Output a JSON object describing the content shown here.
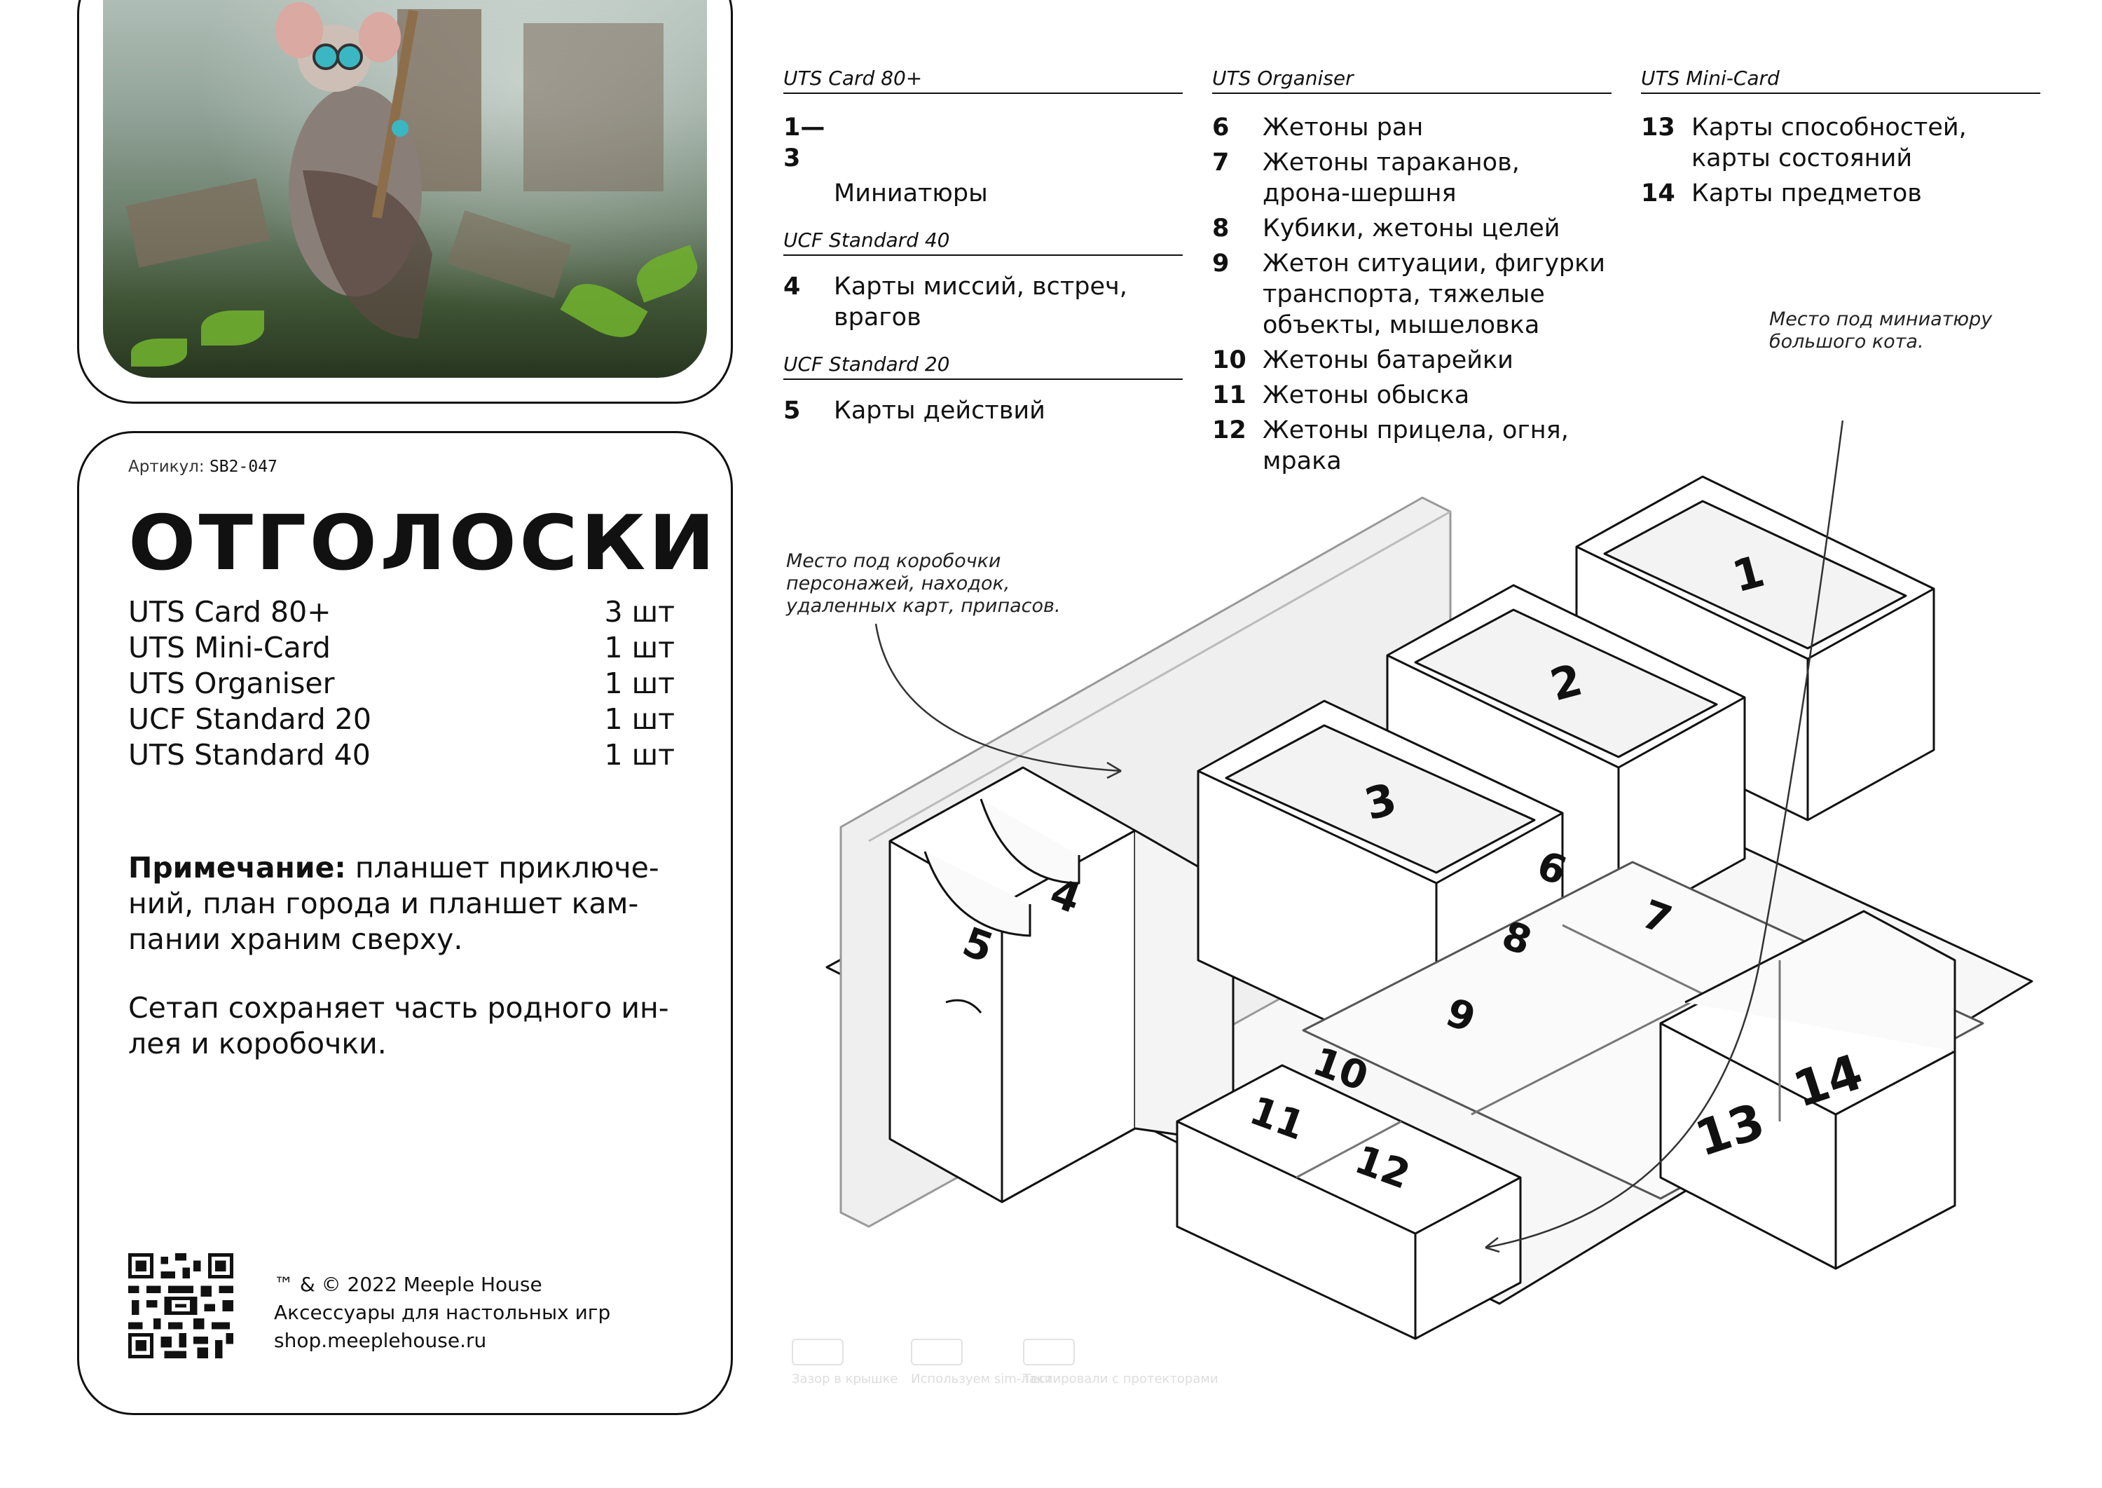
{
  "product": {
    "article_label": "Артикул:",
    "article_code": "SB2-047",
    "title": "ОТГОЛОСКИ",
    "components": [
      {
        "name": "UTS Card 80+",
        "qty": "3 шт"
      },
      {
        "name": "UTS Mini-Card",
        "qty": "1 шт"
      },
      {
        "name": "UTS Organiser",
        "qty": "1 шт"
      },
      {
        "name": "UCF Standard 20",
        "qty": "1 шт"
      },
      {
        "name": "UTS Standard 40",
        "qty": "1 шт"
      }
    ],
    "note_label": "Примечание:",
    "note_text": " планшет приключе-ний, план города и планшет кам-пании храним сверху.",
    "note2": "Сетап сохраняет часть родного ин-лея и коробочки."
  },
  "footer": {
    "line1": "™ & © 2022 Meeple House",
    "line2": "Аксессуары для настольных игр",
    "line3": "shop.meeplehouse.ru"
  },
  "legend": {
    "col1": {
      "header": "UTS Card 80+",
      "items": [
        {
          "num": "1—3",
          "text": ""
        }
      ],
      "extra_line": "Миниатюры",
      "sub1": "UCF Standard 40",
      "sub1_items": [
        {
          "num": "4",
          "text": "Карты миссий, встреч, врагов"
        }
      ],
      "sub2": "UCF Standard 20",
      "sub2_items": [
        {
          "num": "5",
          "text": "Карты действий"
        }
      ]
    },
    "col2": {
      "header": "UTS Organiser",
      "items": [
        {
          "num": "6",
          "text": "Жетоны ран"
        },
        {
          "num": "7",
          "text": "Жетоны тараканов, дрона-шершня"
        },
        {
          "num": "8",
          "text": "Кубики, жетоны целей"
        },
        {
          "num": "9",
          "text": "Жетон ситуации, фигурки транспорта, тяжелые объекты, мышеловка"
        },
        {
          "num": "10",
          "text": "Жетоны батарейки"
        },
        {
          "num": "11",
          "text": "Жетоны обыска"
        },
        {
          "num": "12",
          "text": "Жетоны прицела, огня, мрака"
        }
      ]
    },
    "col3": {
      "header": "UTS Mini-Card",
      "items": [
        {
          "num": "13",
          "text": "Карты способностей, карты состояний"
        },
        {
          "num": "14",
          "text": "Карты предметов"
        }
      ]
    }
  },
  "annotations": {
    "cat": "Место под миниатюру большого кота.",
    "boxes": "Место под коробочки персонажей, находок, удаленных карт, припасов."
  },
  "diagram_labels": {
    "b1": "1",
    "b2": "2",
    "b3": "3",
    "b4": "4",
    "b5": "5",
    "b6": "6",
    "b7": "7",
    "b8": "8",
    "b9": "9",
    "b10": "10",
    "b11": "11",
    "b12": "12",
    "b13": "13",
    "b14": "14"
  },
  "faded_icons": [
    {
      "label": "Зазор в крышке"
    },
    {
      "label": "Используем sim-лаки"
    },
    {
      "label": "Тестировали с протекторами"
    }
  ]
}
